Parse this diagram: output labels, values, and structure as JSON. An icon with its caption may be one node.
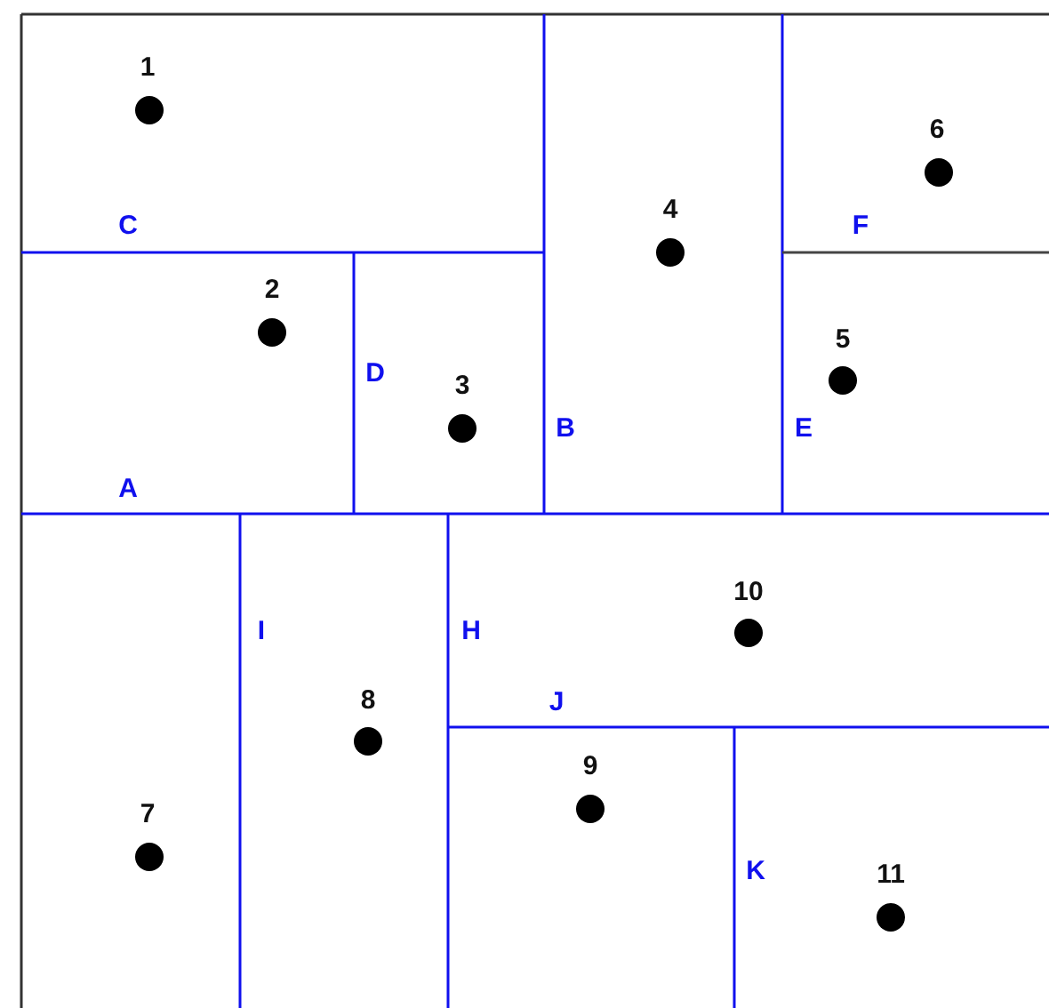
{
  "diagram": {
    "labels": [
      "1",
      "6",
      "4",
      "C",
      "F",
      "2",
      "5",
      "D",
      "3",
      "B",
      "E",
      "A",
      "10",
      "I",
      "H",
      "8",
      "J",
      "9",
      "7",
      "K",
      "11"
    ]
  }
}
